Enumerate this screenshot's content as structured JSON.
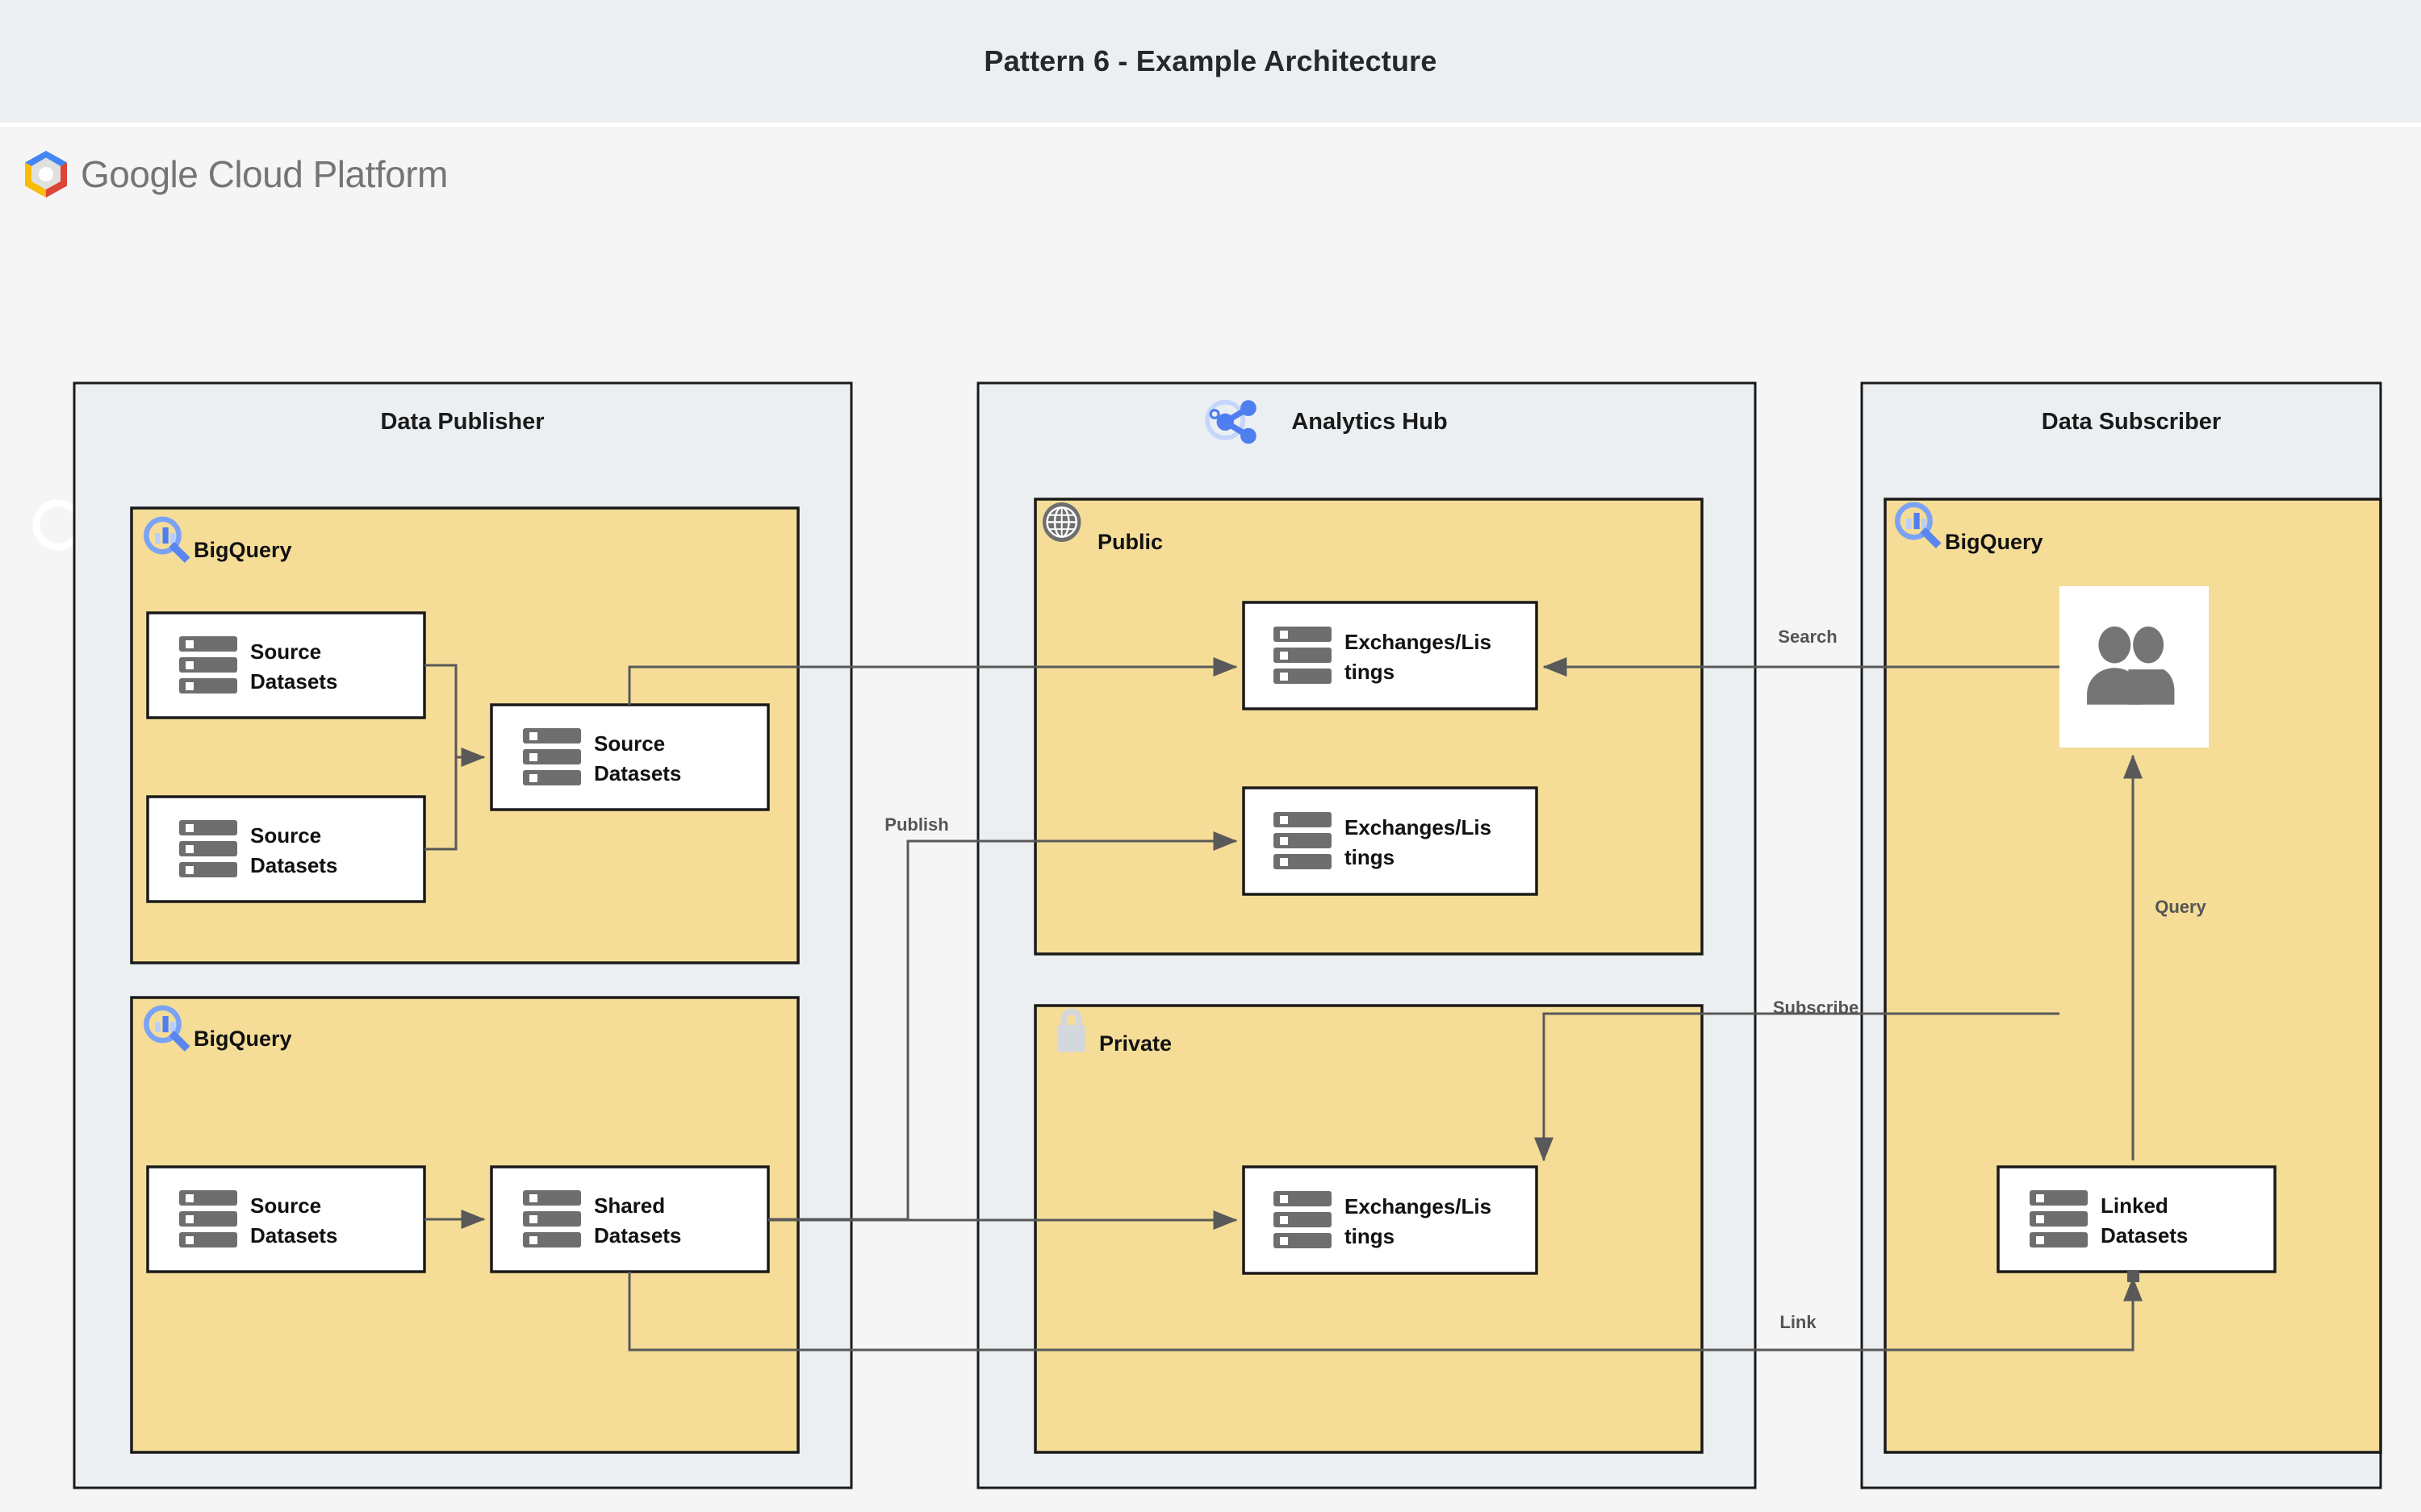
{
  "header": {
    "title": "Pattern 6 - Example Architecture",
    "background_color": "#eceff1"
  },
  "brand": {
    "logo_icon": "gcp-hexagon-icon",
    "name": "Google Cloud Platform",
    "colors": {
      "blue": "#4285F4",
      "yellow": "#FBBC05",
      "red": "#DB4437",
      "grey": "#E0E0E0",
      "text": "#757575"
    }
  },
  "canvas": {
    "background_color": "#f5f5f5",
    "zone_fill": "#eceff1",
    "bigquery_fill": "#f5dd98",
    "node_fill": "#ffffff",
    "border_color": "#1a1a1a",
    "connector_color": "#595959"
  },
  "zones": [
    {
      "id": "data-publisher",
      "title": "Data Publisher",
      "icon": null,
      "groups": [
        {
          "id": "publisher-bigquery-top",
          "title": "BigQuery",
          "icon": "bigquery-icon",
          "nodes": [
            {
              "id": "pub-source-1",
              "icon": "datasets-icon",
              "line1": "Source",
              "line2": "Datasets"
            },
            {
              "id": "pub-source-2",
              "icon": "datasets-icon",
              "line1": "Source",
              "line2": "Datasets"
            },
            {
              "id": "pub-source-3",
              "icon": "datasets-icon",
              "line1": "Source",
              "line2": "Datasets"
            }
          ]
        },
        {
          "id": "publisher-bigquery-bottom",
          "title": "BigQuery",
          "icon": "bigquery-icon",
          "nodes": [
            {
              "id": "pub-source-4",
              "icon": "datasets-icon",
              "line1": "Source",
              "line2": "Datasets"
            },
            {
              "id": "pub-shared-1",
              "icon": "datasets-icon",
              "line1": "Shared",
              "line2": "Datasets"
            }
          ]
        }
      ]
    },
    {
      "id": "analytics-hub",
      "title": "Analytics Hub",
      "icon": "analytics-hub-share-icon",
      "groups": [
        {
          "id": "hub-public",
          "title": "Public",
          "icon": "globe-icon",
          "nodes": [
            {
              "id": "hub-public-listing-1",
              "icon": "datasets-icon",
              "line1": "Exchanges/Lis",
              "line2": "tings"
            },
            {
              "id": "hub-public-listing-2",
              "icon": "datasets-icon",
              "line1": "Exchanges/Lis",
              "line2": "tings"
            }
          ]
        },
        {
          "id": "hub-private",
          "title": "Private",
          "icon": "lock-icon",
          "nodes": [
            {
              "id": "hub-private-listing-1",
              "icon": "datasets-icon",
              "line1": "Exchanges/Lis",
              "line2": "tings"
            }
          ]
        }
      ]
    },
    {
      "id": "data-subscriber",
      "title": "Data Subscriber",
      "icon": null,
      "groups": [
        {
          "id": "subscriber-bigquery",
          "title": "BigQuery",
          "icon": "bigquery-icon",
          "nodes": [
            {
              "id": "sub-users",
              "icon": "users-icon",
              "line1": "",
              "line2": ""
            },
            {
              "id": "sub-linked",
              "icon": "datasets-icon",
              "line1": "Linked",
              "line2": "Datasets"
            }
          ]
        }
      ]
    }
  ],
  "edges": [
    {
      "id": "edge-publish",
      "label": "Publish"
    },
    {
      "id": "edge-search",
      "label": "Search"
    },
    {
      "id": "edge-subscribe",
      "label": "Subscribe"
    },
    {
      "id": "edge-query",
      "label": "Query"
    },
    {
      "id": "edge-link",
      "label": "Link"
    }
  ]
}
